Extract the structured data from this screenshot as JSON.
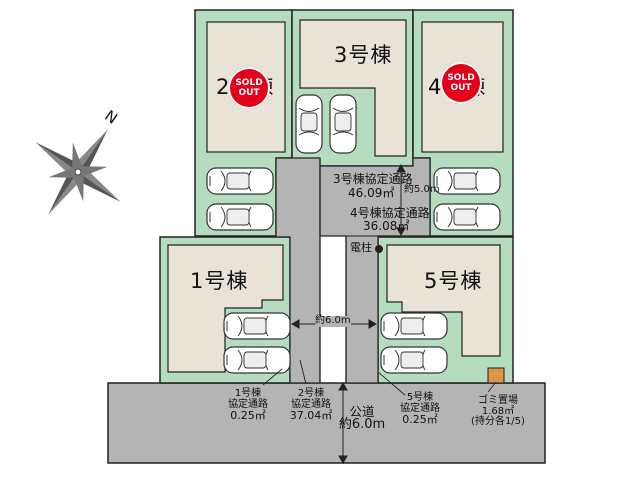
{
  "lots": {
    "lot1": "1号棟",
    "lot2": "2号棟",
    "lot3": "3号棟",
    "lot4": "4号棟",
    "lot5": "5号棟"
  },
  "sold_badge": {
    "line1": "SOLD",
    "line2": "OUT"
  },
  "compass": {
    "north_label": "N"
  },
  "roads": {
    "lot3_passage_name": "3号棟協定通路",
    "lot3_passage_area": "46.09㎡",
    "lot4_passage_name": "4号棟協定通路",
    "lot4_passage_area": "36.08㎡",
    "width_5m": "約5.0m",
    "utility_pole": "電柱",
    "width_6m": "約6.0m",
    "lot1_passage_line1": "1号棟",
    "lot1_passage_line2": "協定通路",
    "lot1_passage_area": "0.25㎡",
    "lot2_passage_line1": "2号棟",
    "lot2_passage_line2": "協定通路",
    "lot2_passage_area": "37.04㎡",
    "lot5_passage_line1": "5号棟",
    "lot5_passage_line2": "協定通路",
    "lot5_passage_area": "0.25㎡",
    "public_road_name": "公道",
    "public_road_width": "約6.0m",
    "garbage_name": "ゴミ置場",
    "garbage_area": "1.68㎡",
    "garbage_share": "(持分各1/5)"
  },
  "colors": {
    "lot_green": "#b5dcbf",
    "building_beige": "#e8e3d6",
    "road_gray": "#b4b4b4",
    "line_black": "#222222",
    "garbage_orange": "#e0944a",
    "sold_red": "#e2001a"
  }
}
